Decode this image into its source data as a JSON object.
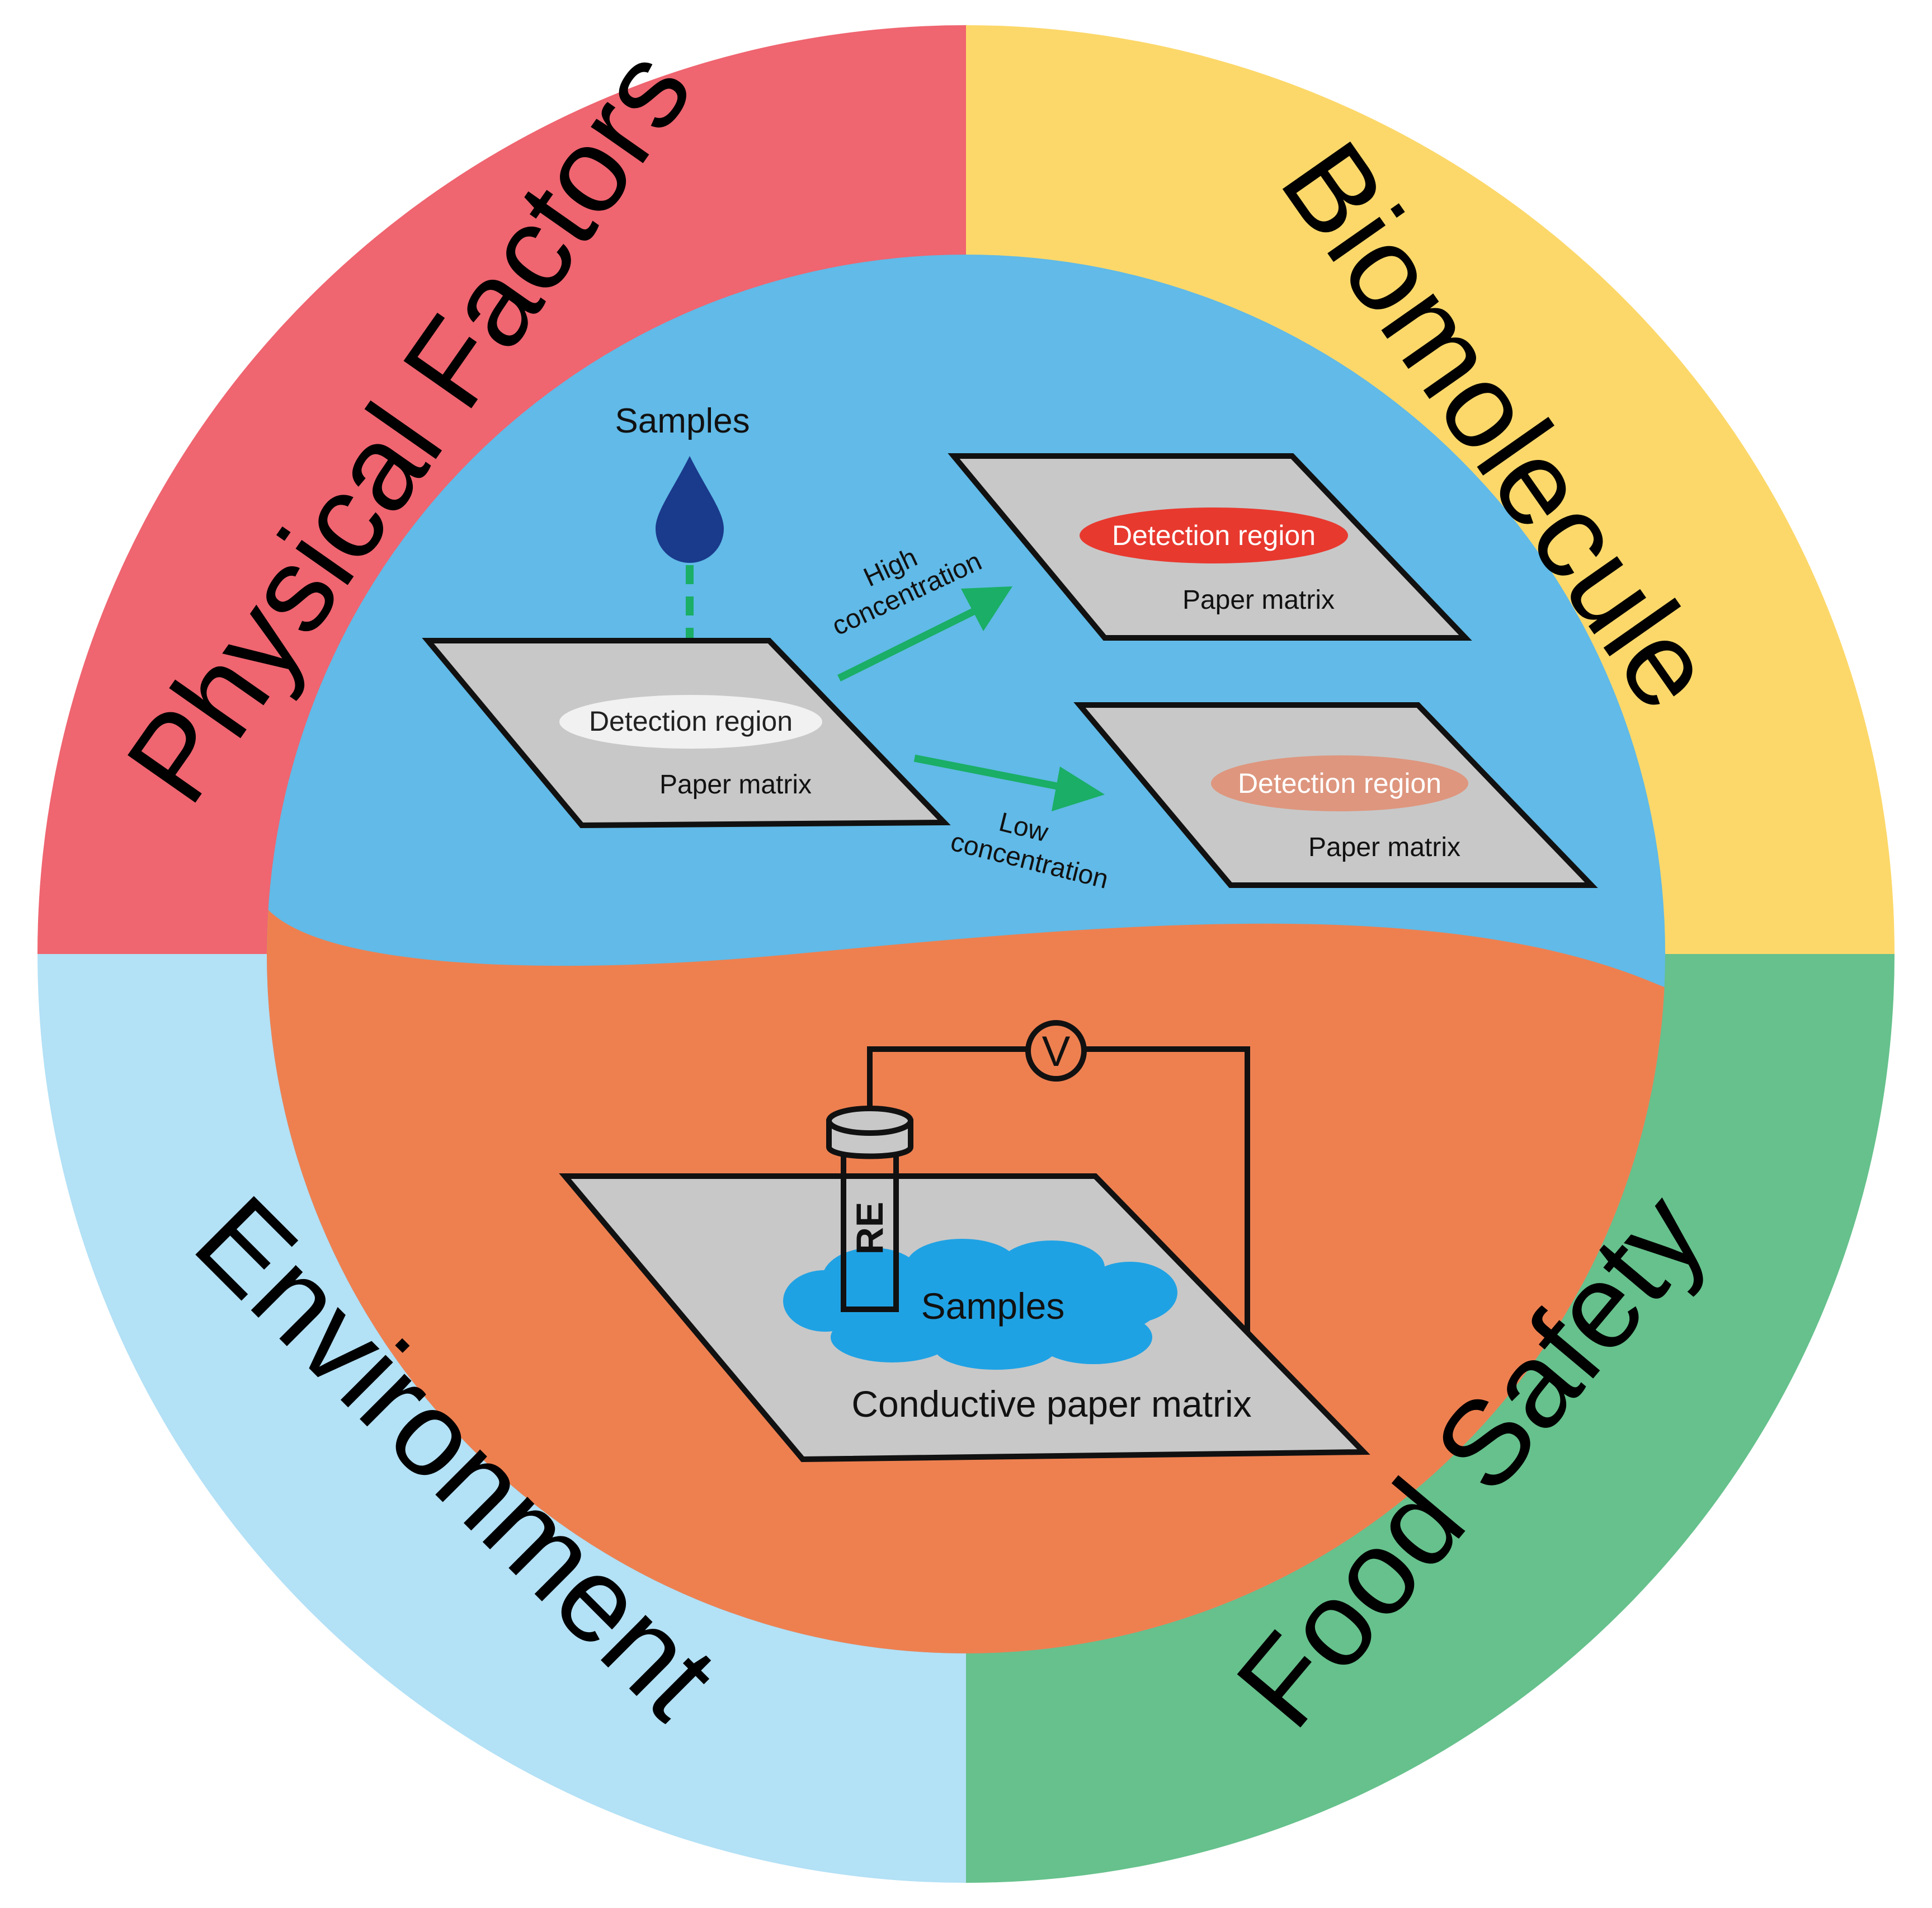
{
  "quadrants": {
    "physical": {
      "label": "Physical Factors",
      "color": "#EF6570"
    },
    "biomolecule": {
      "label": "Biomolecule",
      "color": "#FCD86A"
    },
    "environment": {
      "label": "Environment",
      "color": "#B3E1F6"
    },
    "food": {
      "label": "Food Safety",
      "color": "#66C18C"
    }
  },
  "colorimetric": {
    "bg_color": "#61BAE7",
    "samples_label": "Samples",
    "drop_color": "#1A3A8C",
    "arrow_color": "#1AAE66",
    "paper_color": "#C8C8C8",
    "initial": {
      "detection_label": "Detection region",
      "paper_label": "Paper matrix",
      "region_color": "#F1F1F1"
    },
    "high": {
      "line1": "High",
      "line2": "concentration",
      "detection_label": "Detection region",
      "paper_label": "Paper matrix",
      "region_color": "#E8392F"
    },
    "low": {
      "line1": "Low",
      "line2": "concentration",
      "detection_label": "Detection region",
      "paper_label": "Paper matrix",
      "region_color": "#DE967E"
    }
  },
  "electrochemical": {
    "bg_color": "#EE8050",
    "voltmeter_label": "V",
    "electrode_label": "RE",
    "samples_label": "Samples",
    "paper_label": "Conductive paper matrix",
    "puddle_color": "#1FA2E4"
  }
}
